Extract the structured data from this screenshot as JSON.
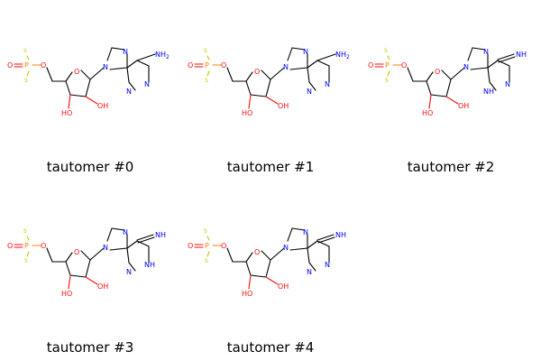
{
  "figure": {
    "panels": [
      {
        "legend": "tautomer #0",
        "labels": {
          "s_top": "S",
          "o_eq": "O",
          "p": "P",
          "s_bot": "S",
          "o_link": "O",
          "o_ring": "O",
          "n9": "N",
          "n7": "N",
          "n3": "N",
          "n1": "N",
          "amine": "NH",
          "amine_sub": "2",
          "ho3": "HO",
          "oh2": "OH"
        }
      },
      {
        "legend": "tautomer #1",
        "labels": {
          "s_top": "S",
          "o_eq": "O",
          "p": "P",
          "s_bot": "S",
          "o_link": "O",
          "o_ring": "O",
          "n9": "N",
          "n7": "N",
          "n3": "N",
          "n1": "N",
          "amine": "NH",
          "amine_sub": "2",
          "ho3": "HO",
          "oh2": "OH"
        }
      },
      {
        "legend": "tautomer #2",
        "labels": {
          "s_top": "S",
          "o_eq": "O",
          "p": "P",
          "s_bot": "S",
          "o_link": "O",
          "o_ring": "O",
          "n9": "N",
          "n7": "N",
          "n3": "NH",
          "n1": "N",
          "imine": "NH",
          "ho3": "HO",
          "oh2": "OH"
        }
      },
      {
        "legend": "tautomer #3",
        "labels": {
          "s_top": "S",
          "o_eq": "O",
          "p": "P",
          "s_bot": "S",
          "o_link": "O",
          "o_ring": "O",
          "n9": "N",
          "n7": "N",
          "n3": "N",
          "n1": "NH",
          "imine": "NH",
          "ho3": "HO",
          "oh2": "OH"
        }
      },
      {
        "legend": "tautomer #4",
        "labels": {
          "s_top": "S",
          "o_eq": "O",
          "p": "P",
          "s_bot": "S",
          "o_link": "O",
          "o_ring": "O",
          "n9": "N",
          "n7": "N",
          "n3": "N",
          "n1": "N",
          "imine": "NH",
          "ho3": "HO",
          "oh2": "OH"
        }
      }
    ]
  },
  "colors": {
    "bond": "#000000",
    "oxygen": "#ff0d0d",
    "nitrogen": "#0000ff",
    "sulfur": "#c8c800",
    "phosphorus": "#ff8000",
    "legend": "#000000"
  }
}
